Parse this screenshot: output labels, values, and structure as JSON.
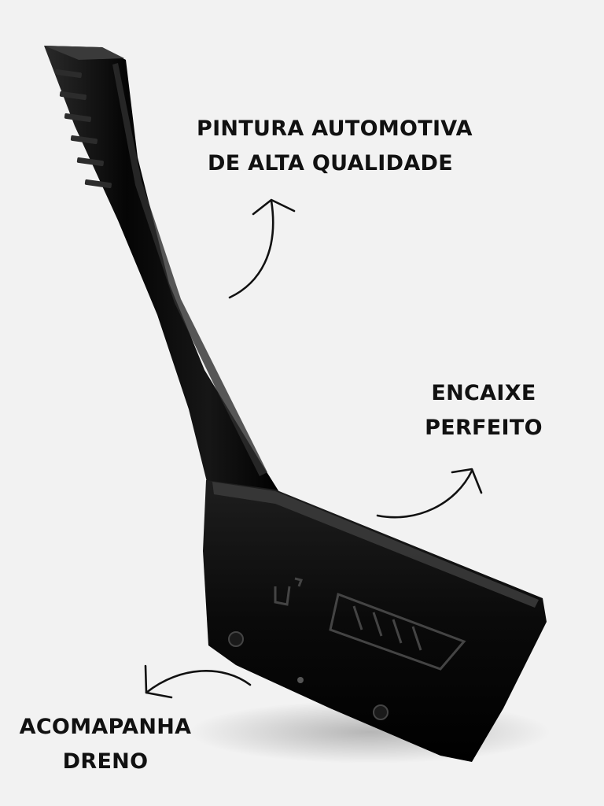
{
  "callouts": {
    "paint": {
      "line1": "PINTURA AUTOMOTIVA",
      "line2": "DE ALTA QUALIDADE"
    },
    "fit": {
      "line1": "ENCAIXE",
      "line2": "PERFEITO"
    },
    "drain": {
      "line1": "ACOMAPANHA",
      "line2": "DRENO"
    }
  },
  "colors": {
    "background": "#f2f2f2",
    "product": "#111111",
    "text": "#111111"
  },
  "image": {
    "subject": "black snorkel body part with embossed logo",
    "icons": [
      "curved-arrow-icon"
    ]
  }
}
